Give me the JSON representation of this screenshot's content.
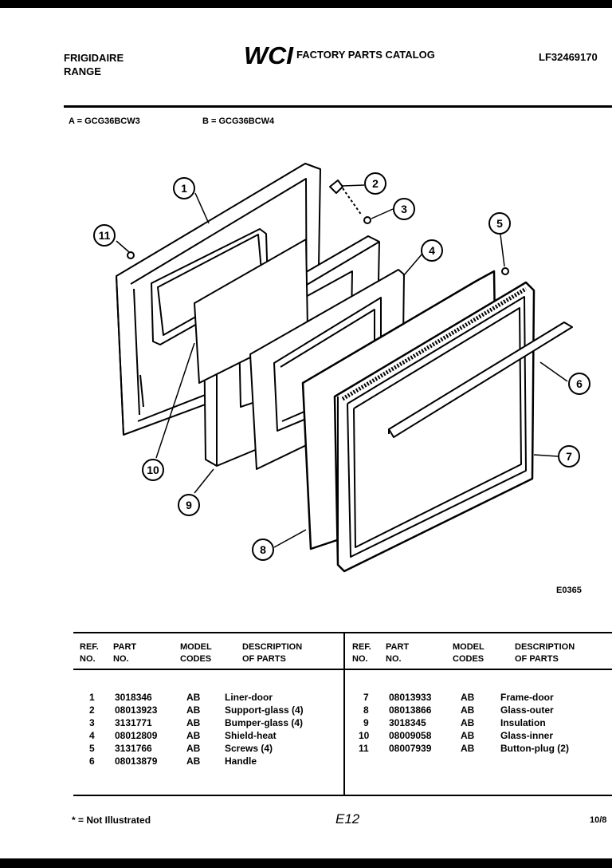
{
  "header": {
    "brand_line1": "FRIGIDAIRE",
    "brand_line2": "RANGE",
    "logo_text": "WCI",
    "catalog_title": "FACTORY PARTS CATALOG",
    "doc_number": "LF32469170"
  },
  "models": {
    "a": "A = GCG36BCW3",
    "b": "B = GCG36BCW4"
  },
  "diagram": {
    "figure_code": "E0365",
    "callouts": [
      "1",
      "2",
      "3",
      "4",
      "5",
      "6",
      "7",
      "8",
      "9",
      "10",
      "11"
    ]
  },
  "table": {
    "headers": {
      "ref": "REF.",
      "no": "NO.",
      "part": "PART",
      "part_no": "NO.",
      "model": "MODEL",
      "codes": "CODES",
      "desc": "DESCRIPTION",
      "of_parts": "OF PARTS"
    },
    "left_rows": [
      {
        "ref": "1",
        "part": "3018346",
        "code": "AB",
        "desc": "Liner-door"
      },
      {
        "ref": "2",
        "part": "08013923",
        "code": "AB",
        "desc": "Support-glass (4)"
      },
      {
        "ref": "3",
        "part": "3131771",
        "code": "AB",
        "desc": "Bumper-glass (4)"
      },
      {
        "ref": "4",
        "part": "08012809",
        "code": "AB",
        "desc": "Shield-heat"
      },
      {
        "ref": "5",
        "part": "3131766",
        "code": "AB",
        "desc": "Screws (4)"
      },
      {
        "ref": "6",
        "part": "08013879",
        "code": "AB",
        "desc": "Handle"
      }
    ],
    "right_rows": [
      {
        "ref": "7",
        "part": "08013933",
        "code": "AB",
        "desc": "Frame-door"
      },
      {
        "ref": "8",
        "part": "08013866",
        "code": "AB",
        "desc": "Glass-outer"
      },
      {
        "ref": "9",
        "part": "3018345",
        "code": "AB",
        "desc": "Insulation"
      },
      {
        "ref": "10",
        "part": "08009058",
        "code": "AB",
        "desc": "Glass-inner"
      },
      {
        "ref": "11",
        "part": "08007939",
        "code": "AB",
        "desc": "Button-plug (2)"
      }
    ]
  },
  "footer": {
    "note": "* = Not Illustrated",
    "page_code": "E12",
    "date_code": "10/8"
  }
}
